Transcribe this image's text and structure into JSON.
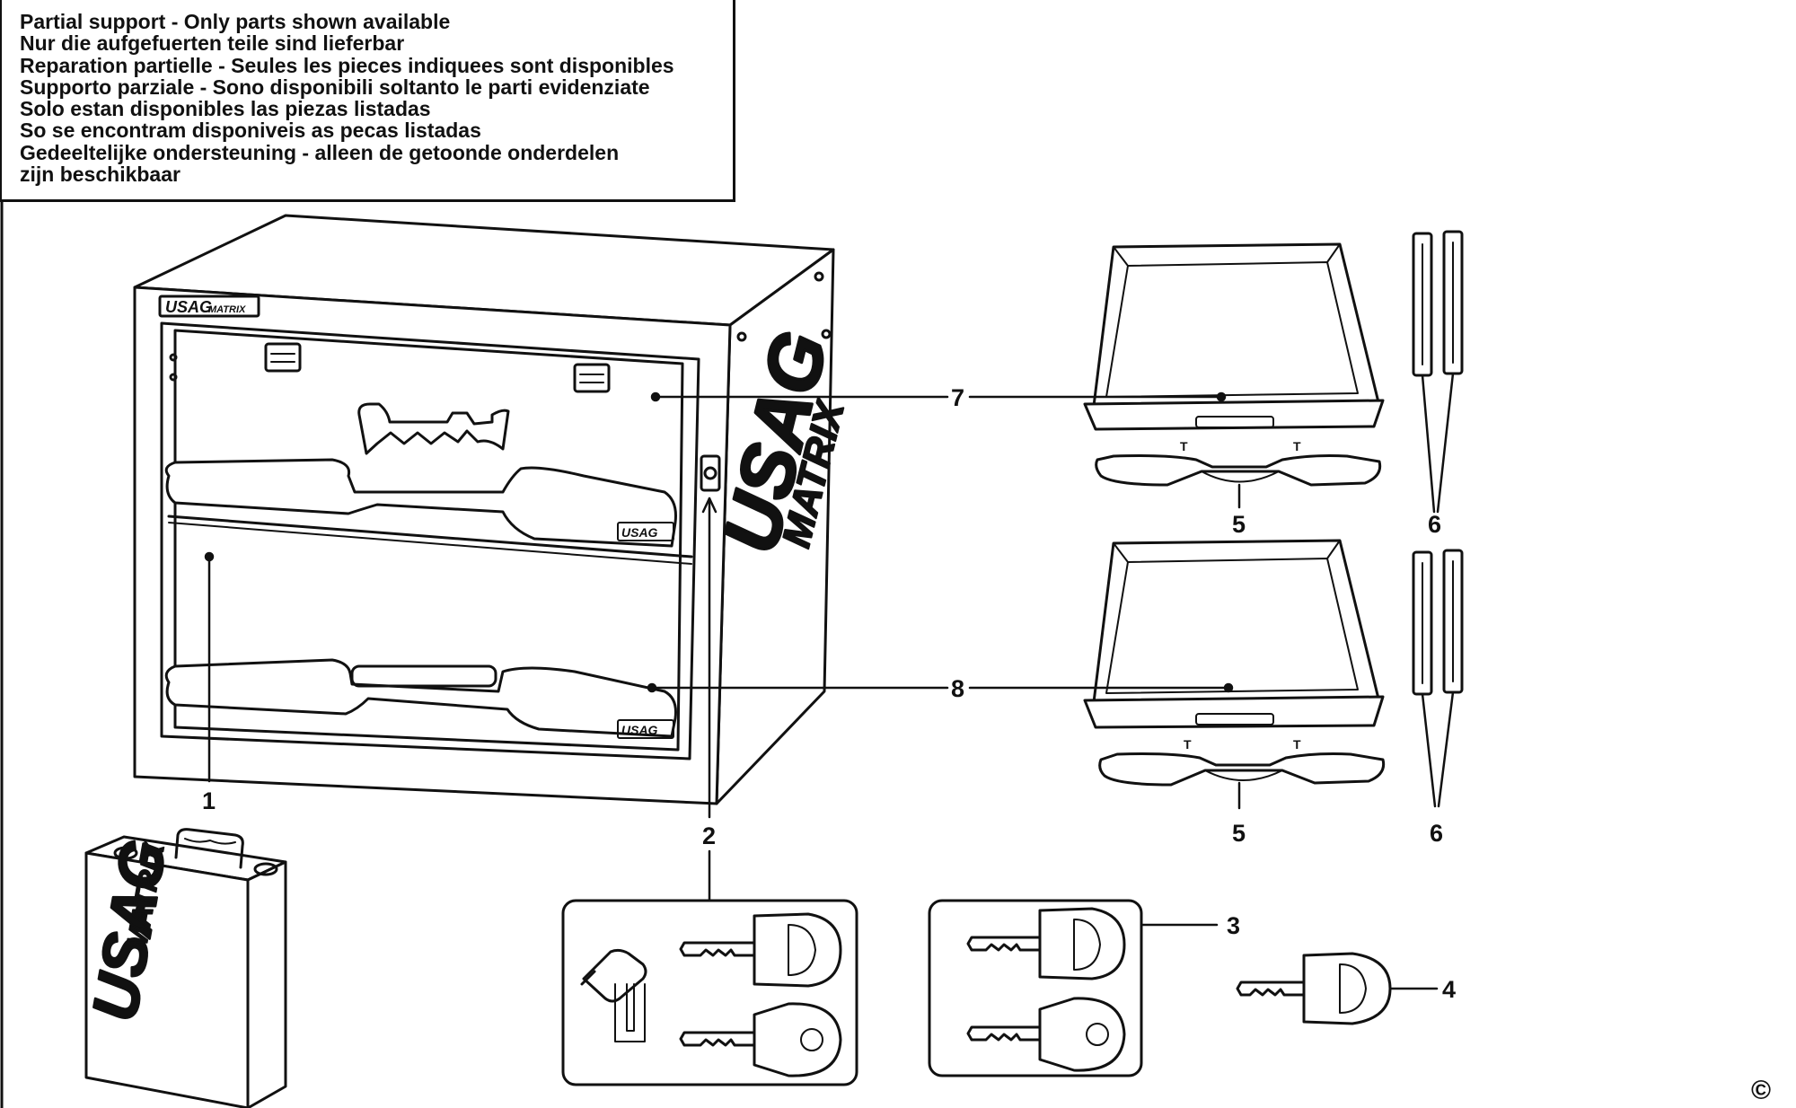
{
  "notice": {
    "lines": [
      "Partial support - Only parts shown available",
      "Nur die aufgefuerten teile sind lieferbar",
      "Reparation partielle - Seules les pieces indiquees sont disponibles",
      "Supporto parziale - Sono disponibili soltanto le parti evidenziate",
      "Solo estan disponibles las piezas listadas",
      "So se encontram disponiveis as pecas listadas",
      "Gedeeltelijke ondersteuning - alleen de getoonde onderdelen",
      "zijn beschikbaar"
    ]
  },
  "brand": {
    "name": "USAG",
    "sub": "MATRIX"
  },
  "callouts": {
    "c1": "1",
    "c2": "2",
    "c3": "3",
    "c4": "4",
    "c5a": "5",
    "c5b": "5",
    "c6a": "6",
    "c6b": "6",
    "c7": "7",
    "c8": "8"
  },
  "copyright": "©"
}
